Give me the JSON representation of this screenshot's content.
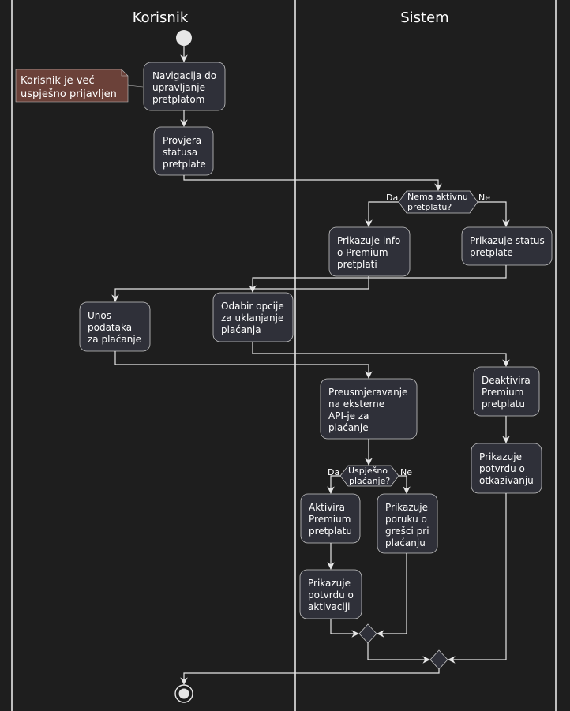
{
  "lanes": {
    "left": "Korisnik",
    "right": "Sistem"
  },
  "note": {
    "line1": "Korisnik je već",
    "line2": "uspješno prijavljen"
  },
  "activities": {
    "nav": [
      "Navigacija do",
      "upravljanje",
      "pretplatom"
    ],
    "check": [
      "Provjera",
      "statusa",
      "pretplate"
    ],
    "info": [
      "Prikazuje info",
      "o Premium",
      "pretplati"
    ],
    "status": [
      "Prikazuje status",
      "pretplate"
    ],
    "unos": [
      "Unos",
      "podataka",
      "za plaćanje"
    ],
    "odabir": [
      "Odabir opcije",
      "za uklanjanje",
      "plaćanja"
    ],
    "deakt": [
      "Deaktivira",
      "Premium",
      "pretplatu"
    ],
    "potvrda_otk": [
      "Prikazuje",
      "potvrdu o",
      "otkazivanju"
    ],
    "preusm": [
      "Preusmjeravanje",
      "na eksterne",
      "API-je za",
      "plaćanje"
    ],
    "aktivira": [
      "Aktivira",
      "Premium",
      "pretplatu"
    ],
    "greska": [
      "Prikazuje",
      "poruku o",
      "grešci pri",
      "plaćanju"
    ],
    "potvrda_akt": [
      "Prikazuje",
      "potvrdu o",
      "aktivaciji"
    ]
  },
  "decisions": {
    "d1": {
      "line1": "Nema aktivnu",
      "line2": "pretplatu?",
      "yes": "Da",
      "no": "Ne"
    },
    "d2": {
      "line1": "Uspješno",
      "line2": "plaćanje?",
      "yes": "Da",
      "no": "Ne"
    }
  }
}
